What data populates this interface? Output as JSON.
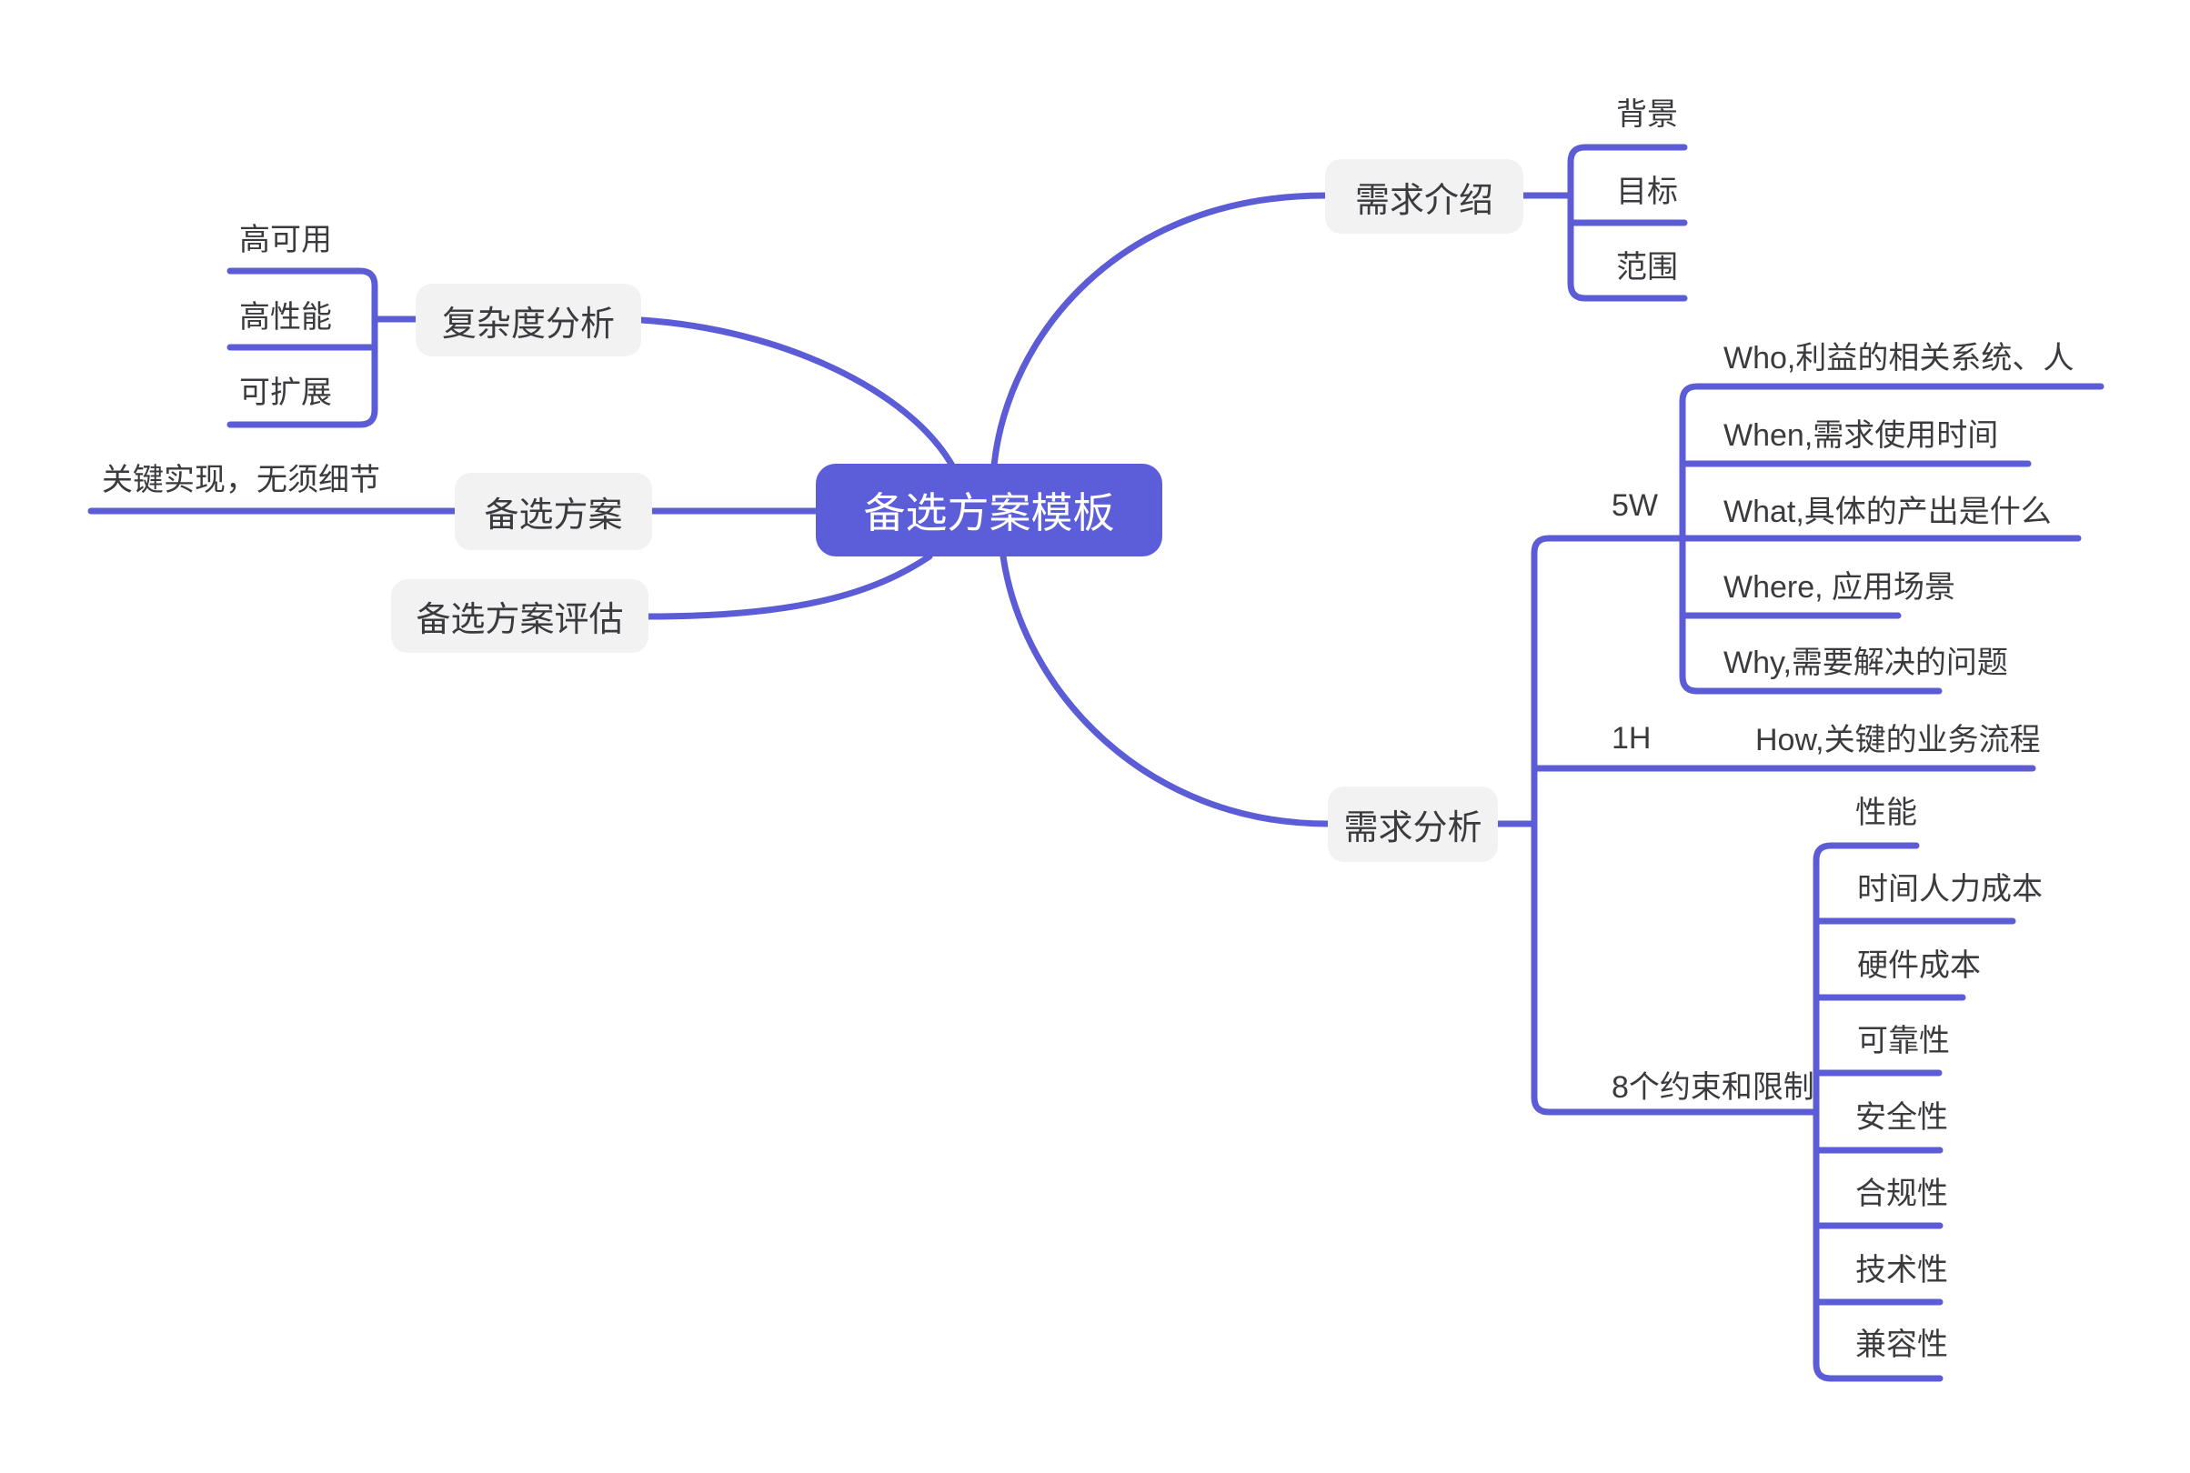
{
  "title": "备选方案模板思维导图",
  "colors": {
    "background": "#FFFFFF",
    "line": "#5B5CD6",
    "root_bg": "#5C5DD8",
    "root_text": "#FFFFFF",
    "branch_bg": "#F2F2F3",
    "text": "#3B3B3F"
  },
  "root": {
    "label": "备选方案模板"
  },
  "left": {
    "complexity": {
      "label": "复杂度分析",
      "children": [
        {
          "label": "高可用"
        },
        {
          "label": "高性能"
        },
        {
          "label": "可扩展"
        }
      ]
    },
    "alternatives": {
      "label": "备选方案",
      "children": [
        {
          "label": "关键实现，无须细节"
        }
      ]
    },
    "evaluation": {
      "label": "备选方案评估"
    }
  },
  "right": {
    "intro": {
      "label": "需求介绍",
      "children": [
        {
          "label": "背景"
        },
        {
          "label": "目标"
        },
        {
          "label": "范围"
        }
      ]
    },
    "analysis": {
      "label": "需求分析",
      "groups": [
        {
          "label": "5W",
          "children": [
            {
              "label": "Who,利益的相关系统、人"
            },
            {
              "label": "When,需求使用时间"
            },
            {
              "label": "What,具体的产出是什么"
            },
            {
              "label": "Where, 应用场景"
            },
            {
              "label": "Why,需要解决的问题"
            }
          ]
        },
        {
          "label": "1H",
          "children": [
            {
              "label": "How,关键的业务流程"
            }
          ]
        },
        {
          "label": "8个约束和限制",
          "children": [
            {
              "label": "性能"
            },
            {
              "label": "时间人力成本"
            },
            {
              "label": "硬件成本"
            },
            {
              "label": "可靠性"
            },
            {
              "label": "安全性"
            },
            {
              "label": "合规性"
            },
            {
              "label": "技术性"
            },
            {
              "label": "兼容性"
            }
          ]
        }
      ]
    }
  }
}
